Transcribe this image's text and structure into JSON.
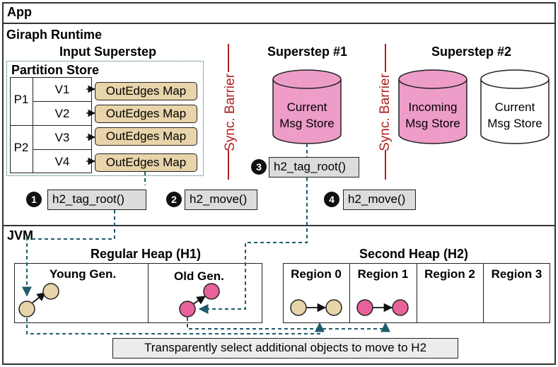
{
  "app_label": "App",
  "giraph_label": "Giraph Runtime",
  "input_superstep": {
    "title": "Input Superstep",
    "partition_store_title": "Partition Store",
    "partitions": [
      {
        "name": "P1",
        "vertices": [
          "V1",
          "V2"
        ]
      },
      {
        "name": "P2",
        "vertices": [
          "V3",
          "V4"
        ]
      }
    ],
    "outedges_label": "OutEdges Map"
  },
  "sync_barrier_label": "Sync. Barrier",
  "superstep1": {
    "title": "Superstep #1",
    "store_label_1": "Current",
    "store_label_2": "Msg Store"
  },
  "superstep2": {
    "title": "Superstep #2",
    "incoming_label_1": "Incoming",
    "incoming_label_2": "Msg Store",
    "current_label_1": "Current",
    "current_label_2": "Msg Store"
  },
  "steps": [
    {
      "num": "1",
      "fn": "h2_tag_root()"
    },
    {
      "num": "2",
      "fn": "h2_move()"
    },
    {
      "num": "3",
      "fn": "h2_tag_root()"
    },
    {
      "num": "4",
      "fn": "h2_move()"
    }
  ],
  "jvm_label": "JVM",
  "regular_heap": {
    "title": "Regular Heap (H1)",
    "young": "Young Gen.",
    "old": "Old Gen."
  },
  "second_heap": {
    "title": "Second Heap (H2)",
    "regions": [
      "Region 0",
      "Region 1",
      "Region 2",
      "Region 3"
    ]
  },
  "caption": "Transparently select additional objects to move to H2",
  "colors": {
    "tan": "#e8d4aa",
    "pink": "#e8619a",
    "cylinder_pink": "#ee9cc8",
    "barrier": "#b02020",
    "dash": "#1f5c6b"
  }
}
